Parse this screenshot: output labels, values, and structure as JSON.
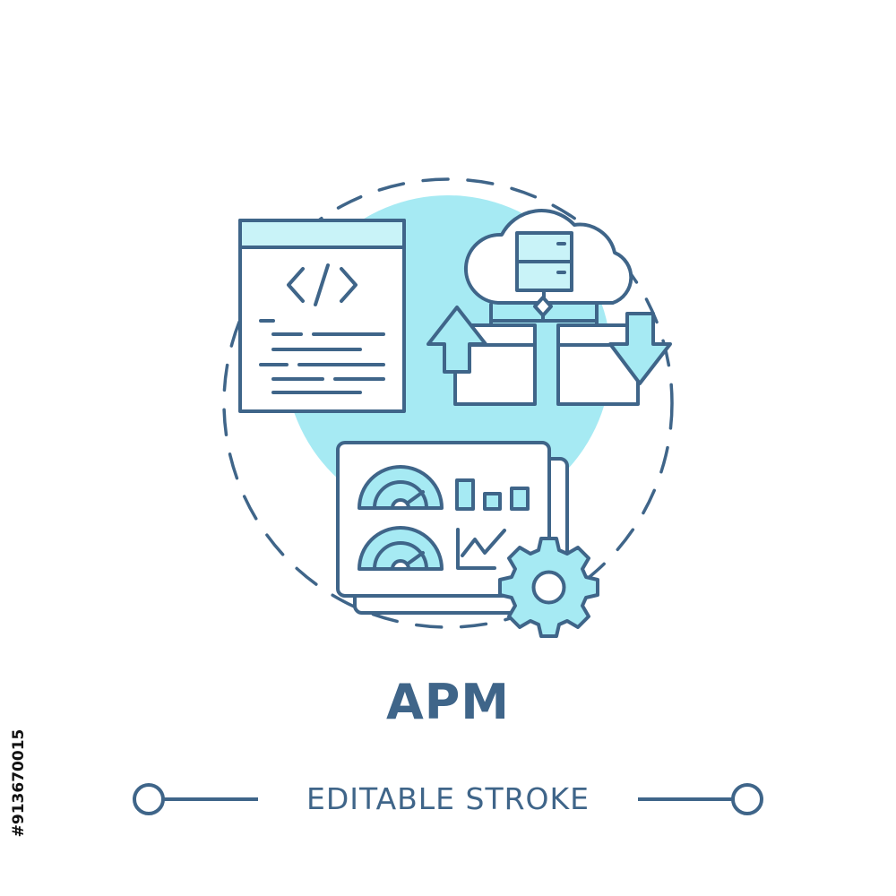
{
  "title": "APM",
  "subtitle": "EDITABLE STROKE",
  "stock_id": "#913670015",
  "colors": {
    "stroke": "#3f6589",
    "accent_fill": "#a6eaf3",
    "light_fill": "#c9f3f8",
    "background": "#ffffff"
  },
  "icons": {
    "code": "code-window-icon",
    "cloud": "cloud-server-icon",
    "dashboard": "dashboard-icon",
    "gear": "gear-icon"
  }
}
